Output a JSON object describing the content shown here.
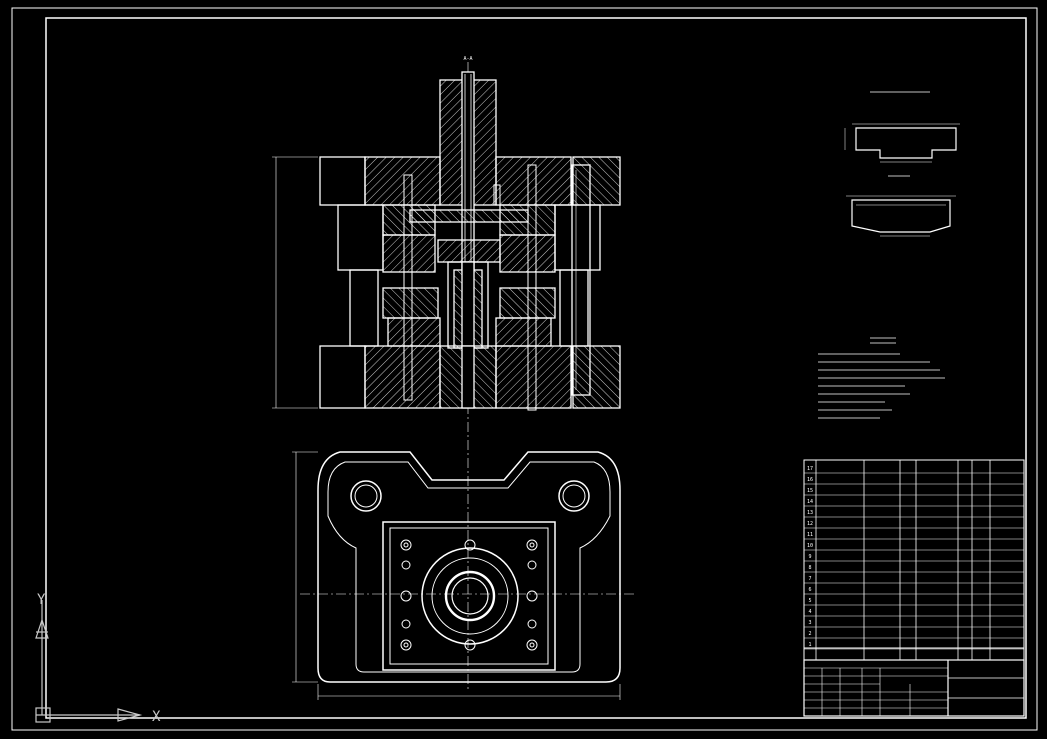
{
  "colors": {
    "background": "#000000",
    "linework": "#ffffff",
    "ucs_icon": "#c8c8c8"
  },
  "icons": {
    "ucs": "ucs-axis-icon",
    "y_axis_label": "Y",
    "x_axis_label": "X"
  },
  "drawing": {
    "section_label": "A-A"
  },
  "bom": {
    "rows": [
      {
        "no": "17"
      },
      {
        "no": "16"
      },
      {
        "no": "15"
      },
      {
        "no": "14"
      },
      {
        "no": "13"
      },
      {
        "no": "12"
      },
      {
        "no": "11"
      },
      {
        "no": "10"
      },
      {
        "no": "9"
      },
      {
        "no": "8"
      },
      {
        "no": "7"
      },
      {
        "no": "6"
      },
      {
        "no": "5"
      },
      {
        "no": "4"
      },
      {
        "no": "3"
      },
      {
        "no": "2"
      },
      {
        "no": "1"
      }
    ]
  }
}
